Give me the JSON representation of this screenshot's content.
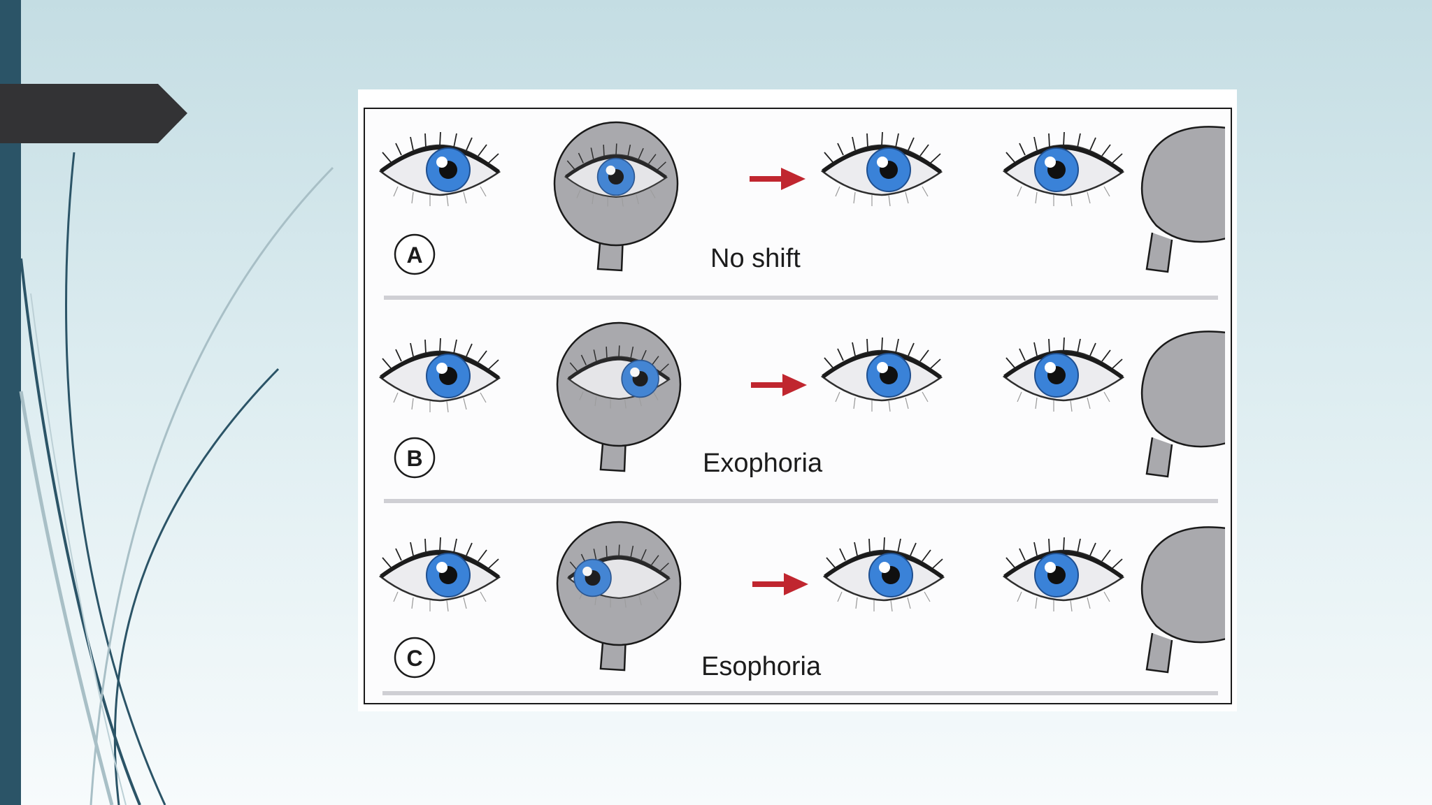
{
  "slide": {
    "colors": {
      "accent_bar": "#2b5467",
      "title_tab": "#333335",
      "arrow": "#c0262f",
      "iris": "#3a82d8",
      "occluder": "#a9a9ad"
    }
  },
  "figure": {
    "rows": [
      {
        "letter": "A",
        "caption": "No shift",
        "covered_pupil": "center"
      },
      {
        "letter": "B",
        "caption": "Exophoria",
        "covered_pupil": "outward"
      },
      {
        "letter": "C",
        "caption": "Esophoria",
        "covered_pupil": "inward"
      }
    ]
  }
}
